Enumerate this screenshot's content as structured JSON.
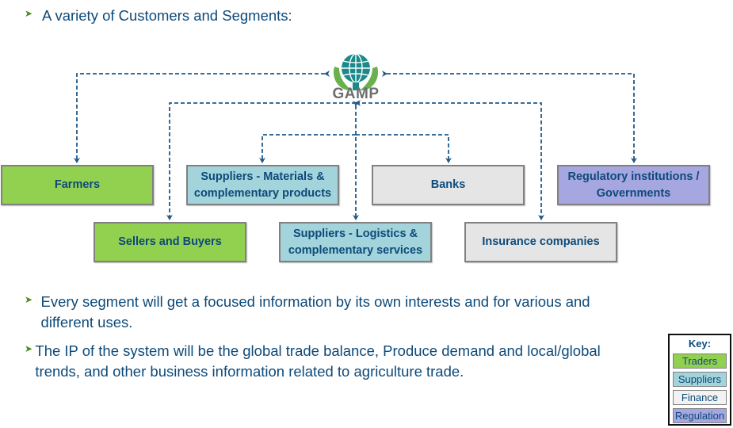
{
  "heading": "A variety of Customers and Segments:",
  "logo": {
    "text": "GAMP",
    "icon": "globe-in-hands-icon"
  },
  "segments": [
    {
      "id": "farmers",
      "label": "Farmers",
      "category": "Traders"
    },
    {
      "id": "sellers-buyers",
      "label": "Sellers and Buyers",
      "category": "Traders"
    },
    {
      "id": "suppliers-materials",
      "label": "Suppliers - Materials & complementary products",
      "category": "Suppliers"
    },
    {
      "id": "suppliers-logistics",
      "label": "Suppliers - Logistics  & complementary services",
      "category": "Suppliers"
    },
    {
      "id": "banks",
      "label": "Banks",
      "category": "Finance"
    },
    {
      "id": "insurance",
      "label": "Insurance companies",
      "category": "Finance"
    },
    {
      "id": "regulatory",
      "label": "Regulatory institutions / Governments",
      "category": "Regulation"
    }
  ],
  "bullets": [
    "Every segment will get a focused information by its own interests and for various and different uses.",
    "The IP of the system will be the global trade balance, Produce demand and local/global trends, and other business information related to agriculture trade."
  ],
  "key": {
    "title": "Key:",
    "items": [
      {
        "label": "Traders",
        "color": "#92d050"
      },
      {
        "label": "Suppliers",
        "color": "#a3d4db"
      },
      {
        "label": "Finance",
        "color": "#e5e5e5"
      },
      {
        "label": "Regulation",
        "color": "#a6a6e0"
      }
    ]
  },
  "colors": {
    "text": "#0d4a7a",
    "connector": "#1f5a8a",
    "bullet_arrow": "#4a8c1c"
  }
}
